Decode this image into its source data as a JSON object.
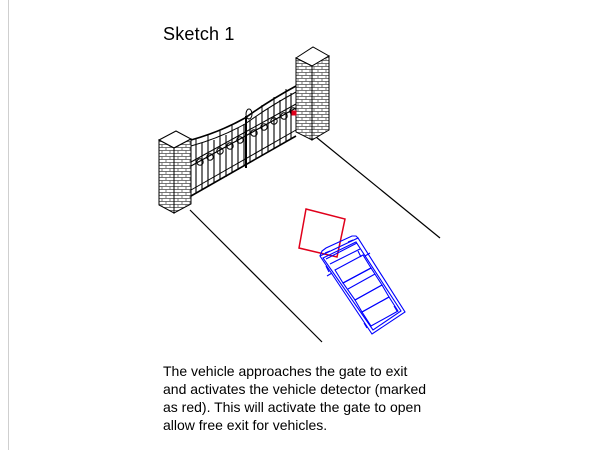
{
  "title": "Sketch 1",
  "caption_lines": [
    "The vehicle approaches the gate to exit",
    "and activates the vehicle detector (marked",
    "as red). This will activate the gate to open",
    "allow free exit for vehicles."
  ],
  "colors": {
    "line": "#000000",
    "detector": "#e0001b",
    "vehicle": "#0000ff",
    "brick": "#444444"
  }
}
